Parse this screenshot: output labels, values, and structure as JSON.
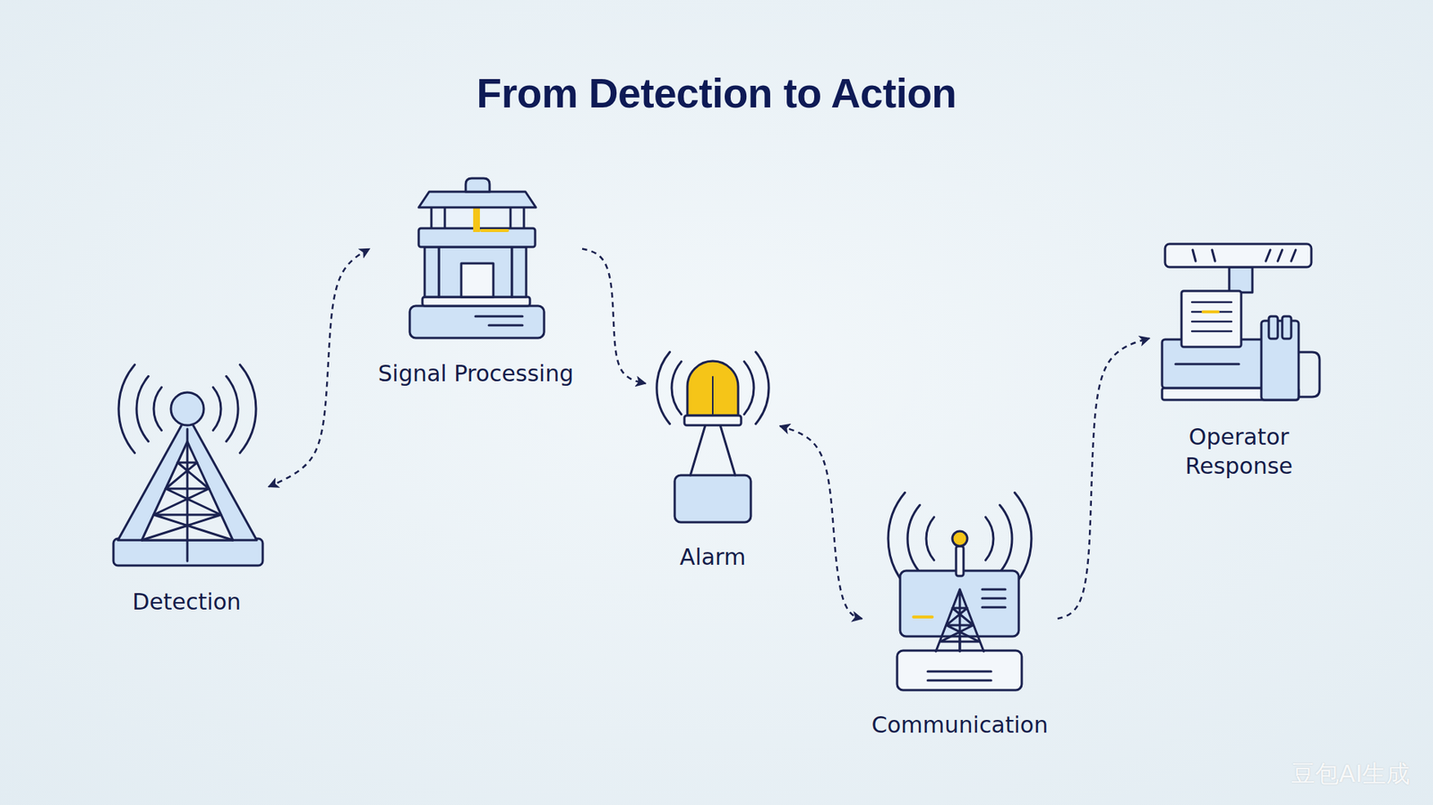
{
  "diagram": {
    "title": "From Detection to Action",
    "nodes": [
      {
        "text": [
          "Detection"
        ]
      },
      {
        "text": [
          "Signal Processing"
        ]
      },
      {
        "text": [
          "Alarm"
        ]
      },
      {
        "text": [
          "Communication"
        ]
      },
      {
        "text": [
          "Operator Response"
        ]
      }
    ],
    "edges": [
      {
        "from": 0,
        "to": 1,
        "arrow": "both"
      },
      {
        "from": 1,
        "to": 2,
        "arrow": "to"
      },
      {
        "from": 2,
        "to": 3,
        "arrow": "both"
      },
      {
        "from": 3,
        "to": 4,
        "arrow": "to"
      }
    ],
    "labels": [
      "豆包AI生成"
    ]
  }
}
